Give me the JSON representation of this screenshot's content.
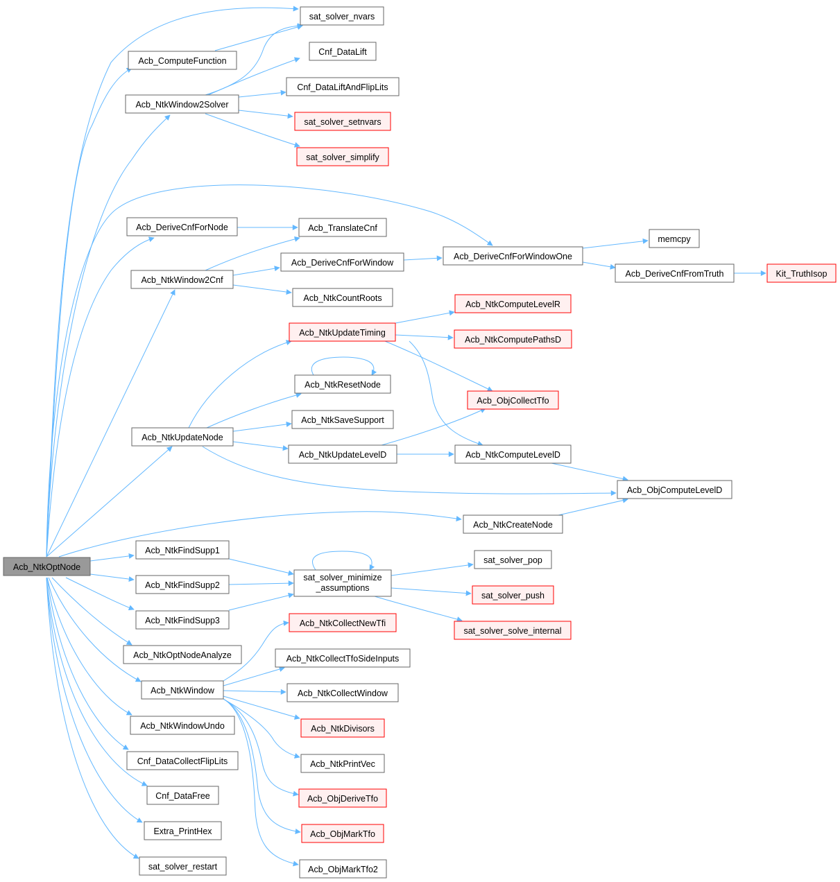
{
  "graph": {
    "title": "Acb_NtkOptNode call graph",
    "colors": {
      "edge": "#63b8ff",
      "node_border": "#666666",
      "truncated_border": "#ff0000",
      "truncated_fill": "#fff0f0",
      "root_fill": "#999999"
    },
    "nodes": {
      "opt": {
        "label": "Acb_NtkOptNode"
      },
      "nvars": {
        "label": "sat_solver_nvars"
      },
      "compfunc": {
        "label": "Acb_ComputeFunction"
      },
      "datalift": {
        "label": "Cnf_DataLift"
      },
      "w2solver": {
        "label": "Acb_NtkWindow2Solver"
      },
      "liftflip": {
        "label": "Cnf_DataLiftAndFlipLits"
      },
      "setnvars": {
        "label": "sat_solver_setnvars"
      },
      "simplify": {
        "label": "sat_solver_simplify"
      },
      "derivenode": {
        "label": "Acb_DeriveCnfForNode"
      },
      "translate": {
        "label": "Acb_TranslateCnf"
      },
      "memcpy": {
        "label": "memcpy"
      },
      "deriveone": {
        "label": "Acb_DeriveCnfForWindowOne"
      },
      "derivewin": {
        "label": "Acb_DeriveCnfForWindow"
      },
      "w2cnf": {
        "label": "Acb_NtkWindow2Cnf"
      },
      "fromtruth": {
        "label": "Acb_DeriveCnfFromTruth"
      },
      "truthisop": {
        "label": "Kit_TruthIsop"
      },
      "countroots": {
        "label": "Acb_NtkCountRoots"
      },
      "levelr": {
        "label": "Acb_NtkComputeLevelR"
      },
      "timing": {
        "label": "Acb_NtkUpdateTiming"
      },
      "pathsd": {
        "label": "Acb_NtkComputePathsD"
      },
      "resetnode": {
        "label": "Acb_NtkResetNode"
      },
      "collecttfo": {
        "label": "Acb_ObjCollectTfo"
      },
      "savesupport": {
        "label": "Acb_NtkSaveSupport"
      },
      "updatenode": {
        "label": "Acb_NtkUpdateNode"
      },
      "updateleveld": {
        "label": "Acb_NtkUpdateLevelD"
      },
      "computeleveld": {
        "label": "Acb_NtkComputeLevelD"
      },
      "objleveld": {
        "label": "Acb_ObjComputeLevelD"
      },
      "createnode": {
        "label": "Acb_NtkCreateNode"
      },
      "findsupp1": {
        "label": "Acb_NtkFindSupp1"
      },
      "pop": {
        "label": "sat_solver_pop"
      },
      "minimize": {
        "line1": "sat_solver_minimize",
        "line2": "_assumptions"
      },
      "findsupp2": {
        "label": "Acb_NtkFindSupp2"
      },
      "push": {
        "label": "sat_solver_push"
      },
      "findsupp3": {
        "label": "Acb_NtkFindSupp3"
      },
      "solveinternal": {
        "label": "sat_solver_solve_internal"
      },
      "collectnewtfi": {
        "label": "Acb_NtkCollectNewTfi"
      },
      "optnodeanalyze": {
        "label": "Acb_NtkOptNodeAnalyze"
      },
      "tfosideinputs": {
        "label": "Acb_NtkCollectTfoSideInputs"
      },
      "window": {
        "label": "Acb_NtkWindow"
      },
      "collectwindow": {
        "label": "Acb_NtkCollectWindow"
      },
      "divisors": {
        "label": "Acb_NtkDivisors"
      },
      "windowundo": {
        "label": "Acb_NtkWindowUndo"
      },
      "collectfliplits": {
        "label": "Cnf_DataCollectFlipLits"
      },
      "printvec": {
        "label": "Acb_NtkPrintVec"
      },
      "datafree": {
        "label": "Cnf_DataFree"
      },
      "derivetfo": {
        "label": "Acb_ObjDeriveTfo"
      },
      "printhex": {
        "label": "Extra_PrintHex"
      },
      "marktfo": {
        "label": "Acb_ObjMarkTfo"
      },
      "restart": {
        "label": "sat_solver_restart"
      },
      "marktfo2": {
        "label": "Acb_ObjMarkTfo2"
      }
    }
  }
}
